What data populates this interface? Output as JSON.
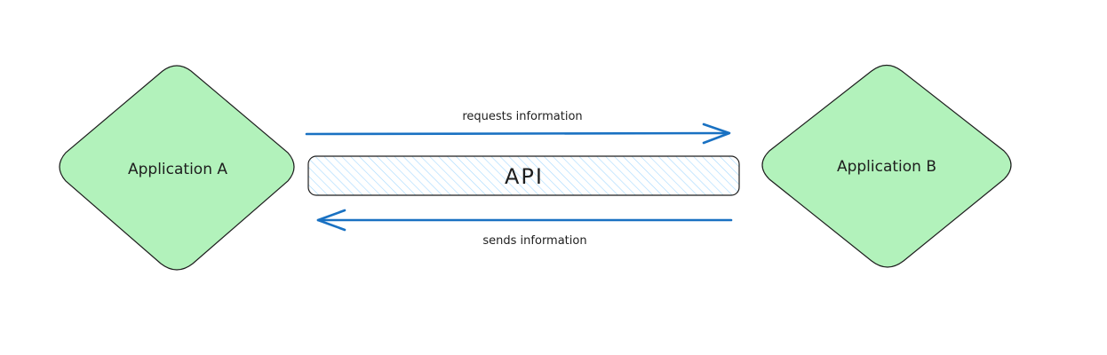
{
  "diagram": {
    "nodes": {
      "app_a": {
        "label": "Application A",
        "shape": "diamond",
        "fill": "#b2f2bb",
        "stroke": "#1e1e1e"
      },
      "app_b": {
        "label": "Application B",
        "shape": "diamond",
        "fill": "#b2f2bb",
        "stroke": "#1e1e1e"
      },
      "api": {
        "label": "API",
        "shape": "rounded-rectangle",
        "fill": "#a5d8ff",
        "fill_style": "hachure",
        "stroke": "#1e1e1e"
      }
    },
    "edges": {
      "request": {
        "label": "requests information",
        "from": "Application A",
        "to": "Application B",
        "color": "#1971c2"
      },
      "response": {
        "label": "sends information",
        "from": "Application B",
        "to": "Application A",
        "color": "#1971c2"
      }
    }
  }
}
